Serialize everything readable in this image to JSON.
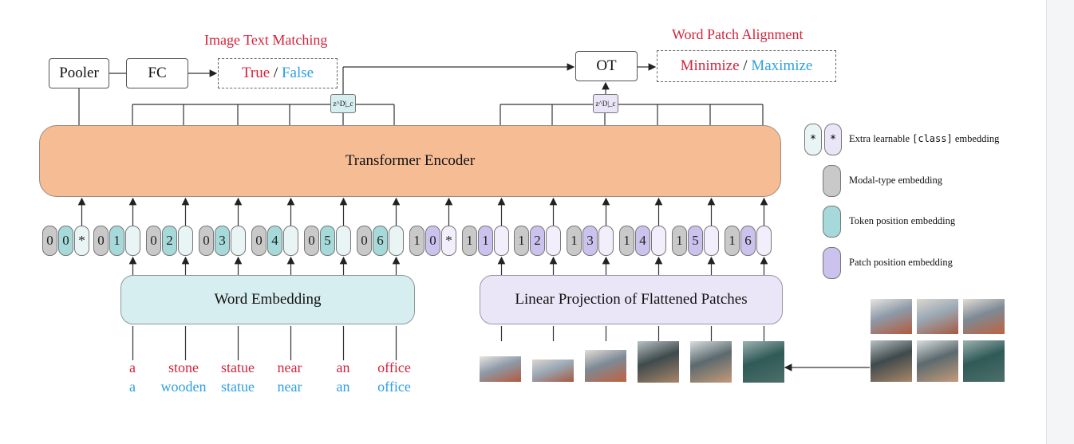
{
  "top": {
    "pooler_label": "Pooler",
    "fc_label": "FC",
    "itm_title": "Image Text Matching",
    "itm_true": "True",
    "itm_slash": " / ",
    "itm_false": "False",
    "ot_label": "OT",
    "wpa_title": "Word Patch Alignment",
    "wpa_min": "Minimize",
    "wpa_slash": " / ",
    "wpa_max": "Maximize",
    "z_label": "z^D|_c"
  },
  "encoder_label": "Transformer Encoder",
  "word_embedding_label": "Word Embedding",
  "patch_projection_label": "Linear Projection of Flattened Patches",
  "text_tokens": [
    {
      "modal": "0",
      "pos": "0",
      "extra": "*"
    },
    {
      "modal": "0",
      "pos": "1",
      "extra": ""
    },
    {
      "modal": "0",
      "pos": "2",
      "extra": ""
    },
    {
      "modal": "0",
      "pos": "3",
      "extra": ""
    },
    {
      "modal": "0",
      "pos": "4",
      "extra": ""
    },
    {
      "modal": "0",
      "pos": "5",
      "extra": ""
    },
    {
      "modal": "0",
      "pos": "6",
      "extra": ""
    }
  ],
  "image_tokens": [
    {
      "modal": "1",
      "pos": "0",
      "extra": "*"
    },
    {
      "modal": "1",
      "pos": "1",
      "extra": ""
    },
    {
      "modal": "1",
      "pos": "2",
      "extra": ""
    },
    {
      "modal": "1",
      "pos": "3",
      "extra": ""
    },
    {
      "modal": "1",
      "pos": "4",
      "extra": ""
    },
    {
      "modal": "1",
      "pos": "5",
      "extra": ""
    },
    {
      "modal": "1",
      "pos": "6",
      "extra": ""
    }
  ],
  "words_row1": [
    "a",
    "stone",
    "statue",
    "near",
    "an",
    "office"
  ],
  "words_row2": [
    "a",
    "wooden",
    "statue",
    "near",
    "an",
    "office"
  ],
  "legend": {
    "star": "*",
    "extra_prefix": "Extra learnable ",
    "extra_code": "[class]",
    "extra_suffix": " embedding",
    "modal": "Modal-type embedding",
    "token": "Token position embedding",
    "patch": "Patch position embedding"
  },
  "colors": {
    "encoder_fill": "#f6bd95",
    "word_emb_fill": "#d7eef0",
    "patch_proj_fill": "#ebe6f7",
    "modal_pill": "#c9c9c9",
    "token_pill": "#a6d9d9",
    "patch_pill": "#cbc3ee",
    "extra_pill": "#e9f5f5",
    "red": "#d3233a",
    "blue": "#2e9fe0"
  }
}
